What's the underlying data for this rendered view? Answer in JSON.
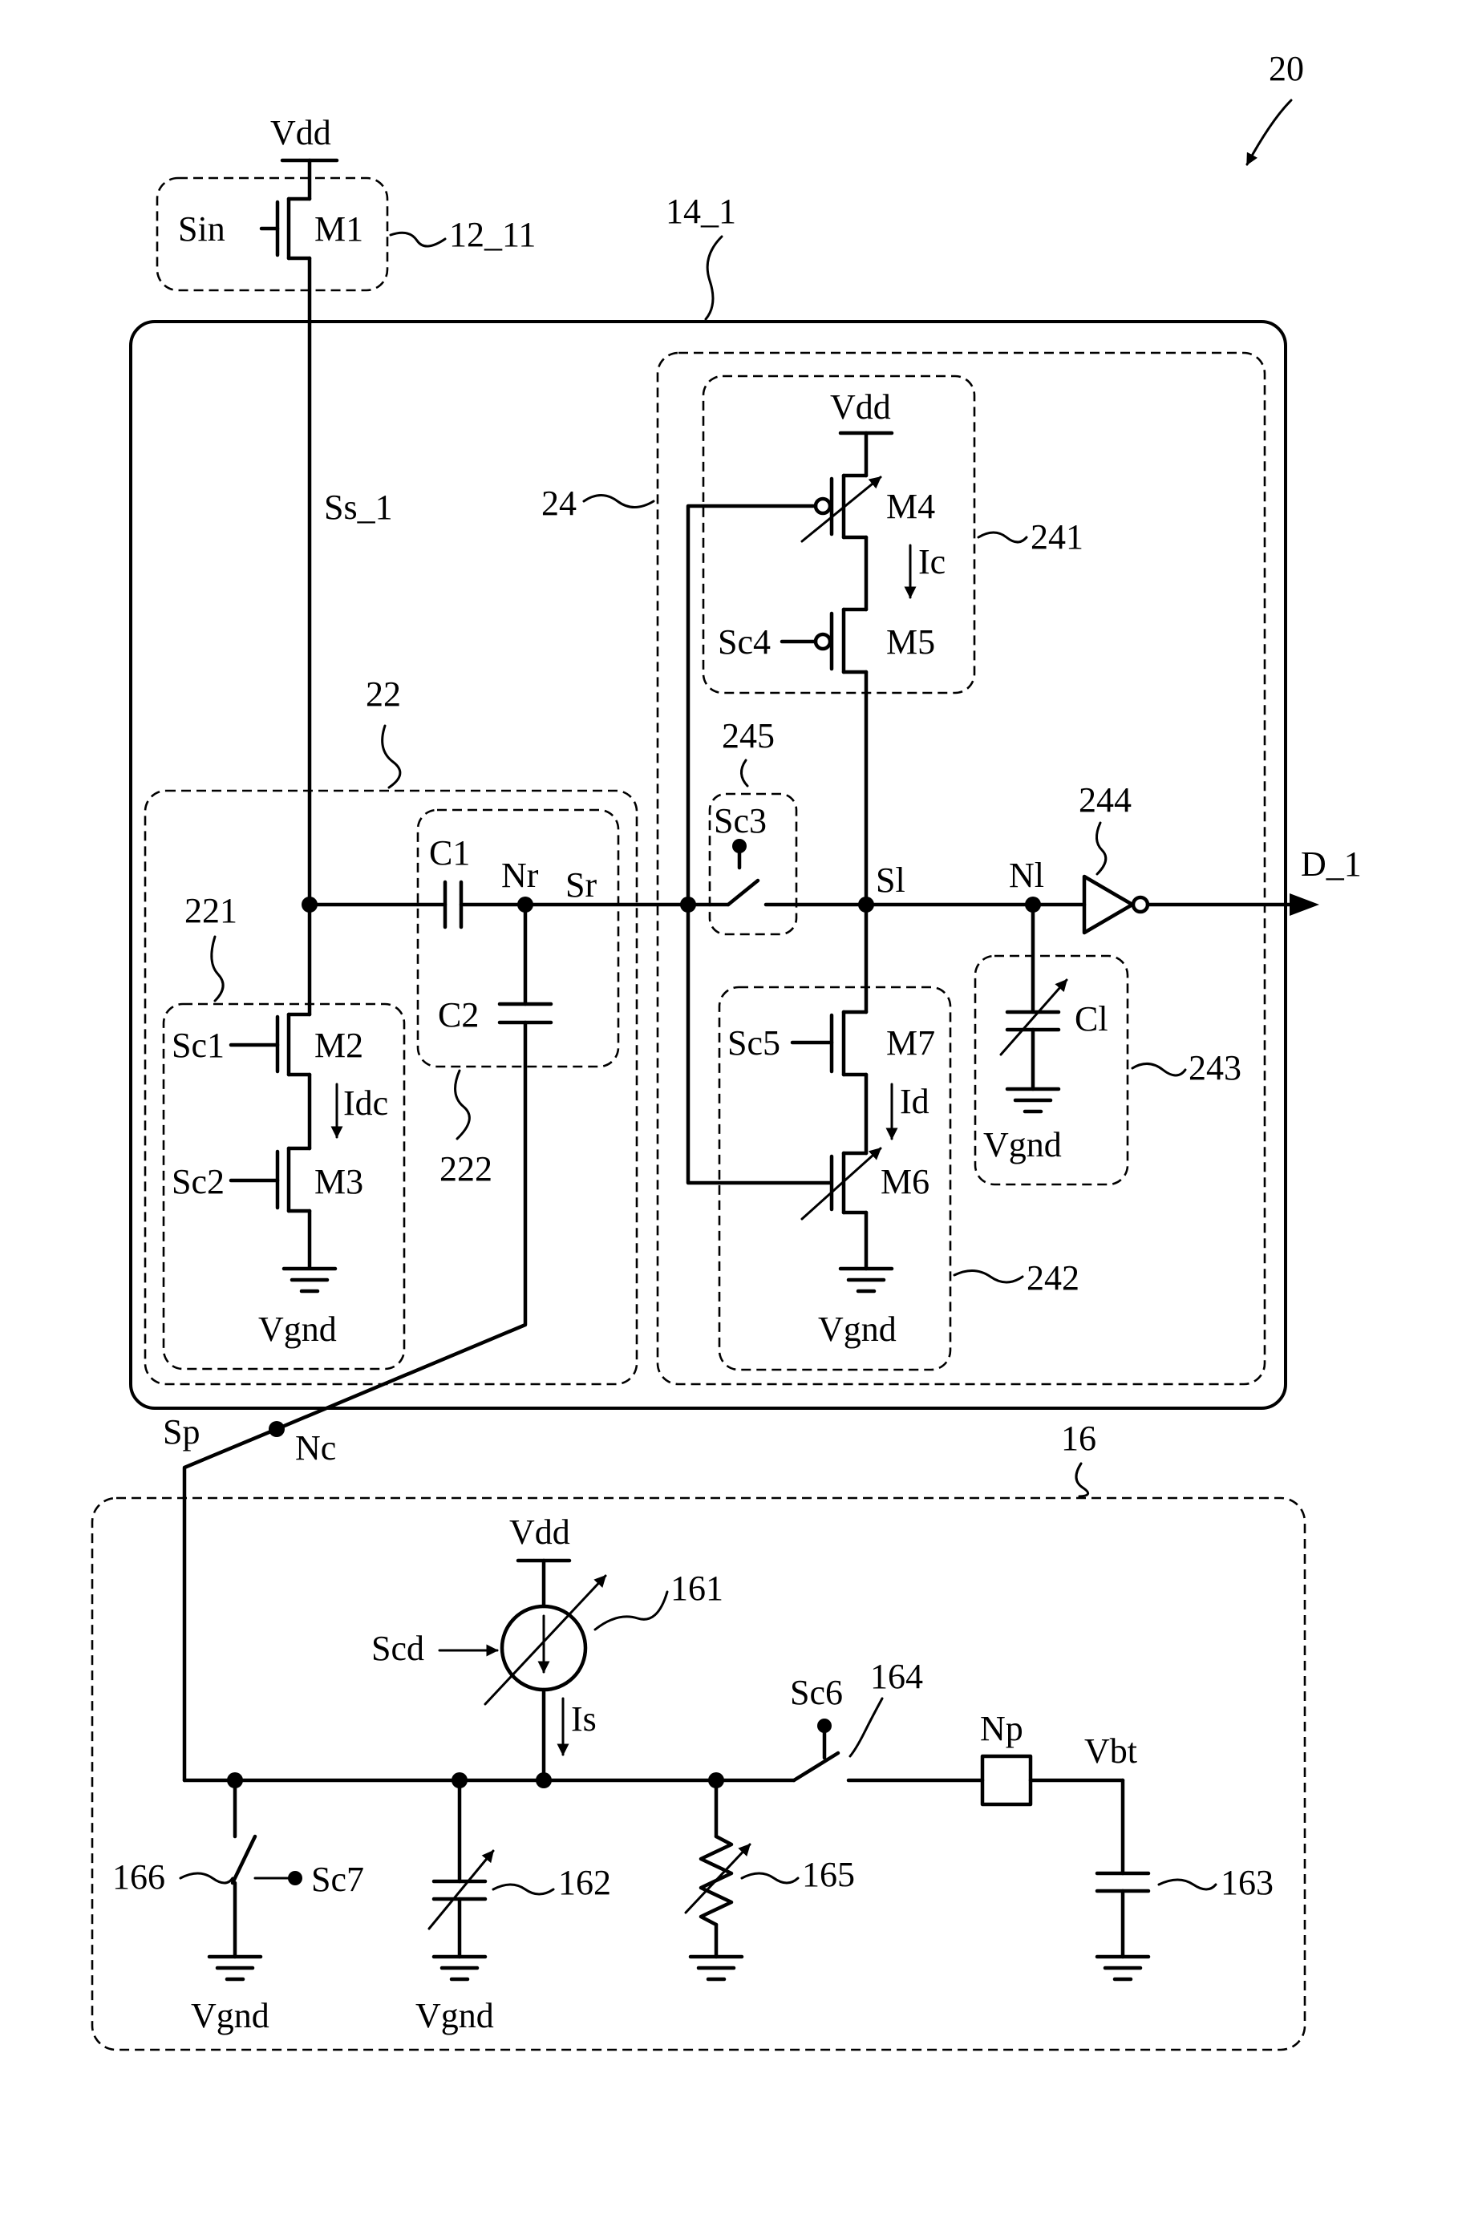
{
  "figure_label": "20",
  "blocks": {
    "driver": "12_11",
    "pixel": "14_1",
    "converter": "22",
    "current_source_block": "221",
    "cap_divider": "222",
    "comparator": "24",
    "charge_block": "241",
    "discharge_block": "242",
    "load_cap_block": "243",
    "inverter": "244",
    "switch3_block": "245",
    "power_block": "16",
    "source_161": "161",
    "cap_162": "162",
    "cap_163": "163",
    "switch_164": "164",
    "resistor_165": "165",
    "switch_166": "166"
  },
  "components": {
    "m1": "M1",
    "m2": "M2",
    "m3": "M3",
    "m4": "M4",
    "m5": "M5",
    "m6": "M6",
    "m7": "M7",
    "c1": "C1",
    "c2": "C2",
    "cl": "Cl"
  },
  "signals": {
    "sin": "Sin",
    "ss1": "Ss_1",
    "sc1": "Sc1",
    "sc2": "Sc2",
    "sc3": "Sc3",
    "sc4": "Sc4",
    "sc5": "Sc5",
    "sc6": "Sc6",
    "sc7": "Sc7",
    "scd": "Scd",
    "sr": "Sr",
    "sl": "Sl",
    "sp": "Sp",
    "d1": "D_1"
  },
  "nodes": {
    "nr": "Nr",
    "nl": "Nl",
    "nc": "Nc",
    "np": "Np"
  },
  "supplies": {
    "vdd": "Vdd",
    "vgnd": "Vgnd",
    "vbt": "Vbt"
  },
  "currents": {
    "idc": "Idc",
    "ic": "Ic",
    "id": "Id",
    "is": "Is"
  }
}
